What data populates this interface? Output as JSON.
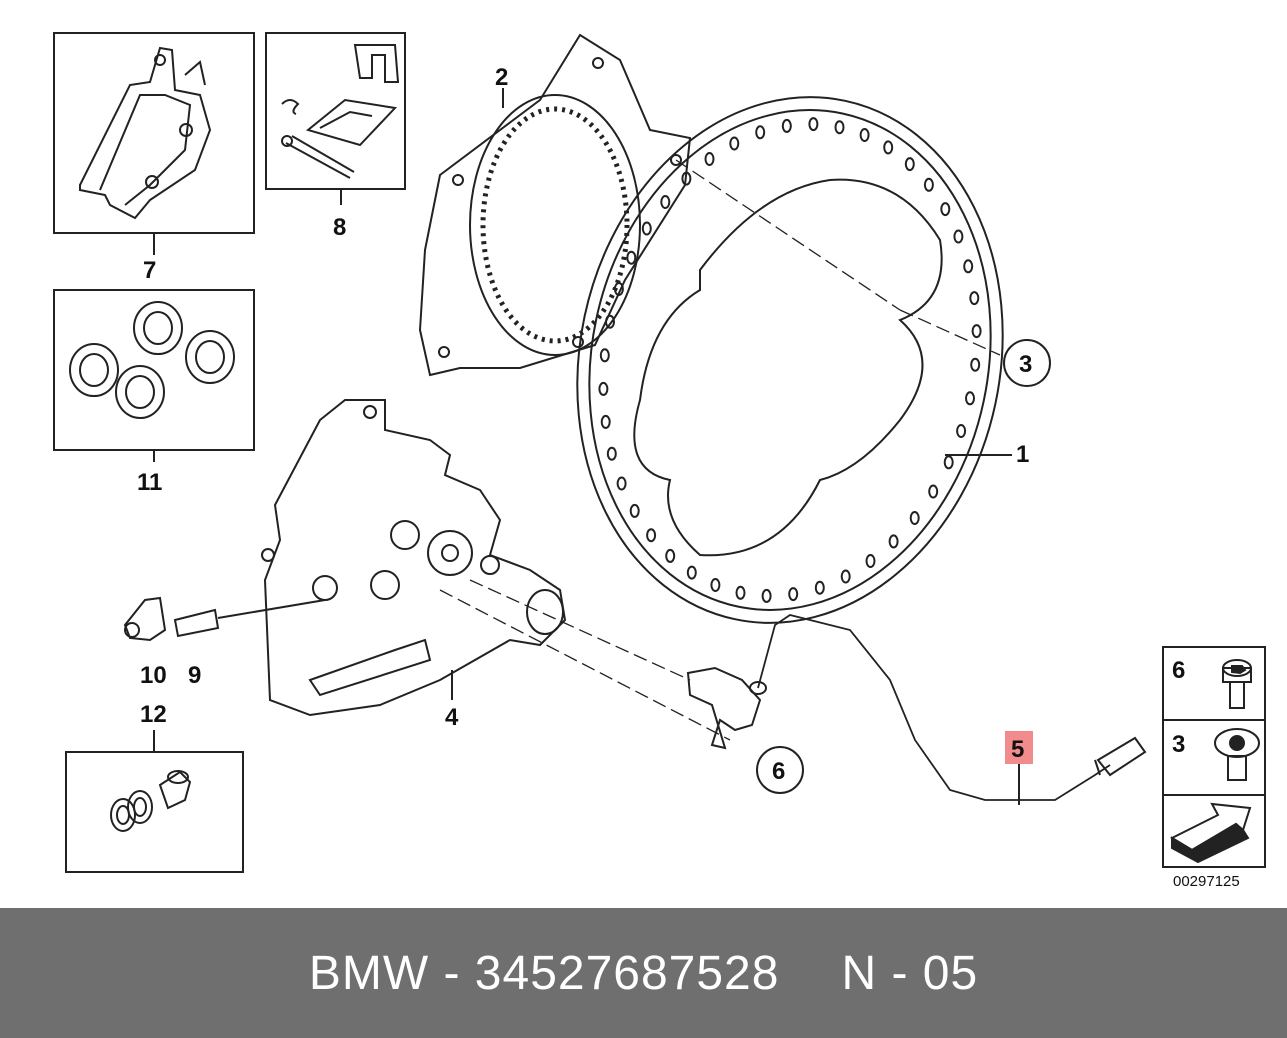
{
  "footer": {
    "brand": "BMW",
    "separator": "-",
    "part_number": "34527687528",
    "reference": "N - 05"
  },
  "diagram": {
    "diagram_id": "00297125",
    "highlight_color": "#f28b8b",
    "footer_color": "#6f6f6f",
    "callouts": [
      {
        "id": "1",
        "label": "1"
      },
      {
        "id": "2",
        "label": "2"
      },
      {
        "id": "3",
        "label": "3",
        "circled": true
      },
      {
        "id": "4",
        "label": "4"
      },
      {
        "id": "5",
        "label": "5",
        "highlighted": true
      },
      {
        "id": "6",
        "label": "6",
        "circled": true
      },
      {
        "id": "7",
        "label": "7"
      },
      {
        "id": "8",
        "label": "8"
      },
      {
        "id": "9",
        "label": "9"
      },
      {
        "id": "10",
        "label": "10"
      },
      {
        "id": "11",
        "label": "11"
      },
      {
        "id": "12",
        "label": "12"
      }
    ],
    "legend": [
      {
        "label": "6",
        "icon": "hex-socket-bolt-icon"
      },
      {
        "label": "3",
        "icon": "torx-bolt-icon"
      },
      {
        "label": "",
        "icon": "arrow-direction-icon"
      }
    ]
  }
}
